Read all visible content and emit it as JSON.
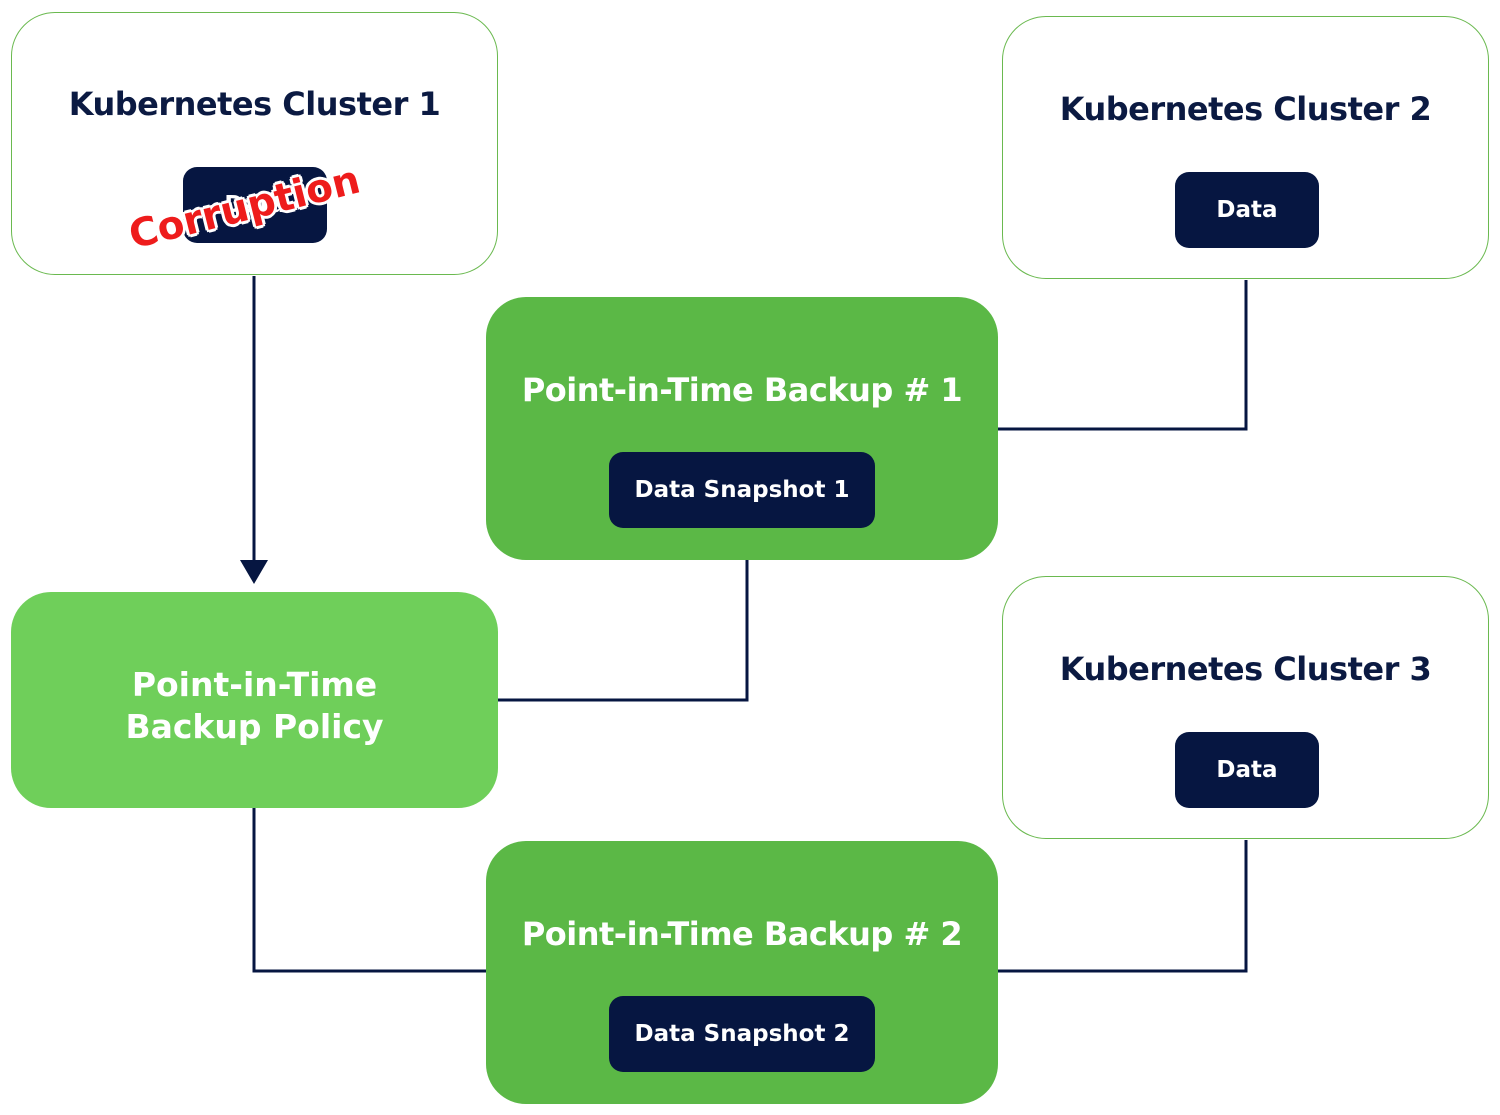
{
  "clusters": [
    {
      "title": "Kubernetes Cluster 1",
      "data_label": "Data"
    },
    {
      "title": "Kubernetes Cluster 2",
      "data_label": "Data"
    },
    {
      "title": "Kubernetes Cluster 3",
      "data_label": "Data"
    }
  ],
  "corruption_label": "Corruption",
  "policy": {
    "title_line1": "Point-in-Time",
    "title_line2": "Backup Policy"
  },
  "backups": [
    {
      "title": "Point-in-Time Backup # 1",
      "snapshot_label": "Data Snapshot 1"
    },
    {
      "title": "Point-in-Time Backup # 2",
      "snapshot_label": "Data Snapshot 2"
    }
  ],
  "colors": {
    "navy": "#061641",
    "backup_green": "#5bb846",
    "policy_green": "#6fcf5a",
    "cluster_border": "#6ab94f",
    "corruption_red": "#ee1c1c"
  }
}
